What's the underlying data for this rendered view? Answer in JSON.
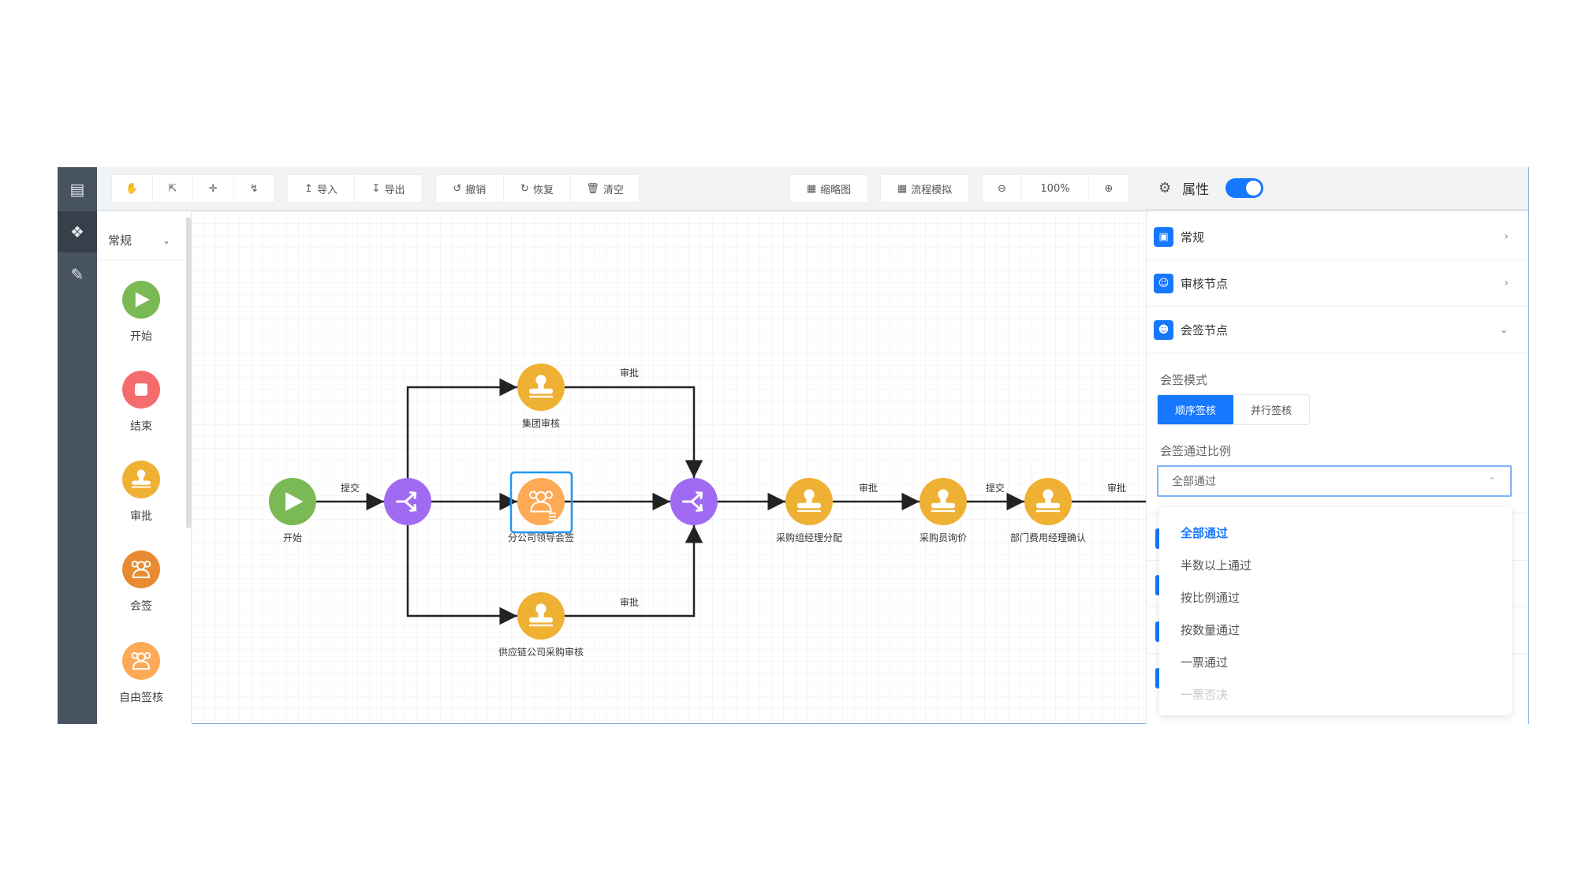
{
  "colors": {
    "accent": "#1677ff",
    "start": "#7ab954",
    "end": "#f56c6c",
    "approve": "#efb133",
    "countersign": "#e88b30",
    "free_sign": "#fda955",
    "gateway": "#a06bf2",
    "selected": "#2196f3",
    "nav": "#475360"
  },
  "nav": {
    "items": [
      {
        "icon": "document-icon"
      },
      {
        "icon": "components-icon",
        "active": true
      },
      {
        "icon": "edit-icon"
      }
    ]
  },
  "toolbar": {
    "edit_icons": [
      "hand-icon",
      "select-icon",
      "move-icon",
      "connect-icon"
    ],
    "import": "导入",
    "export": "导出",
    "undo": "撤销",
    "redo": "恢复",
    "clear": "清空",
    "minimap": "缩略图",
    "simulate": "流程模拟",
    "zoom": "100%"
  },
  "palette": {
    "category": "常规",
    "items": [
      {
        "label": "开始",
        "type": "start"
      },
      {
        "label": "结束",
        "type": "end"
      },
      {
        "label": "审批",
        "type": "approve"
      },
      {
        "label": "会签",
        "type": "countersign"
      },
      {
        "label": "自由签核",
        "type": "free_sign"
      }
    ]
  },
  "diagram": {
    "nodes": [
      {
        "id": "start",
        "type": "start",
        "label": "开始"
      },
      {
        "id": "g1",
        "type": "gateway",
        "label": ""
      },
      {
        "id": "n_group",
        "type": "approve",
        "label": "集团审核"
      },
      {
        "id": "n_branch",
        "type": "countersign",
        "label": "分公司领导会签",
        "selected": true
      },
      {
        "id": "n_supply",
        "type": "approve",
        "label": "供应链公司采购审核"
      },
      {
        "id": "g2",
        "type": "gateway",
        "label": ""
      },
      {
        "id": "n_assign",
        "type": "approve",
        "label": "采购组经理分配"
      },
      {
        "id": "n_inquiry",
        "type": "approve",
        "label": "采购员询价"
      },
      {
        "id": "n_confirm",
        "type": "approve",
        "label": "部门费用经理确认"
      }
    ],
    "edges": [
      {
        "from": "start",
        "to": "g1",
        "label": "提交"
      },
      {
        "from": "g1",
        "to": "n_group",
        "label": ""
      },
      {
        "from": "g1",
        "to": "n_branch",
        "label": ""
      },
      {
        "from": "g1",
        "to": "n_supply",
        "label": ""
      },
      {
        "from": "n_group",
        "to": "g2",
        "label": "审批"
      },
      {
        "from": "n_branch",
        "to": "g2",
        "label": ""
      },
      {
        "from": "n_supply",
        "to": "g2",
        "label": "审批"
      },
      {
        "from": "g2",
        "to": "n_assign",
        "label": ""
      },
      {
        "from": "n_assign",
        "to": "n_inquiry",
        "label": "审批"
      },
      {
        "from": "n_inquiry",
        "to": "n_confirm",
        "label": "提交"
      },
      {
        "from": "n_confirm",
        "to": "",
        "label": "审批"
      }
    ]
  },
  "properties": {
    "title": "属性",
    "toggle_on": true,
    "sections": [
      {
        "label": "常规",
        "icon": "cube-icon",
        "expanded": false
      },
      {
        "label": "审核节点",
        "icon": "user-icon",
        "expanded": false
      },
      {
        "label": "会签节点",
        "icon": "users-icon",
        "expanded": true
      }
    ],
    "mode_label": "会签模式",
    "mode_options": [
      "顺序签核",
      "并行签核"
    ],
    "mode_selected": "顺序签核",
    "ratio_label": "会签通过比例",
    "ratio_value": "全部通过",
    "ratio_options": [
      {
        "label": "全部通过",
        "selected": true
      },
      {
        "label": "半数以上通过"
      },
      {
        "label": "按比例通过"
      },
      {
        "label": "按数量通过"
      },
      {
        "label": "一票通过"
      },
      {
        "label": "一票否决",
        "disabled": true
      }
    ]
  }
}
